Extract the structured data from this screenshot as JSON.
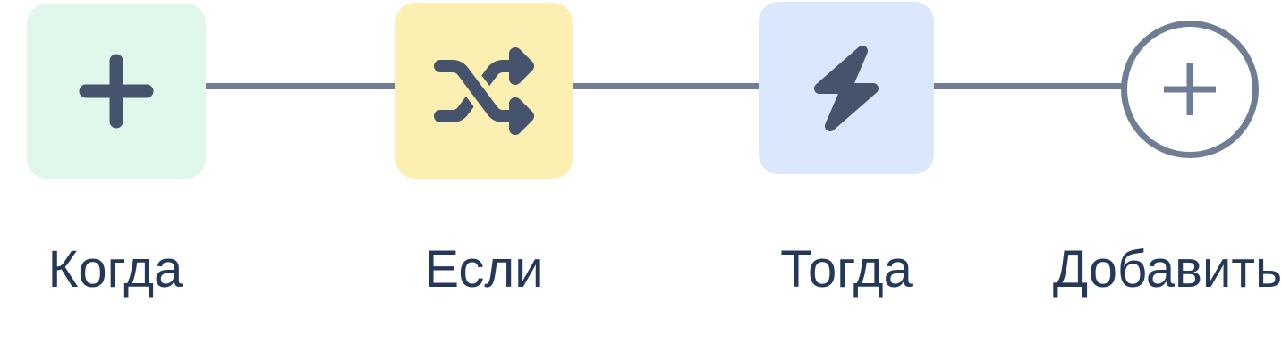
{
  "workflow": {
    "connector_color": "#6F7E95",
    "label_color": "#24395A",
    "nodes": [
      {
        "id": "when",
        "label": "Когда",
        "icon": "plus-icon",
        "bg": "#E0F8EC",
        "icon_color": "#45536C"
      },
      {
        "id": "if",
        "label": "Если",
        "icon": "shuffle-icon",
        "bg": "#FCEFB2",
        "icon_color": "#45536C"
      },
      {
        "id": "then",
        "label": "Тогда",
        "icon": "lightning-icon",
        "bg": "#DBE7FC",
        "icon_color": "#45536C"
      },
      {
        "id": "add",
        "label": "Добавить",
        "icon": "plus-circle-icon",
        "outline_color": "#6F7E95"
      }
    ]
  }
}
